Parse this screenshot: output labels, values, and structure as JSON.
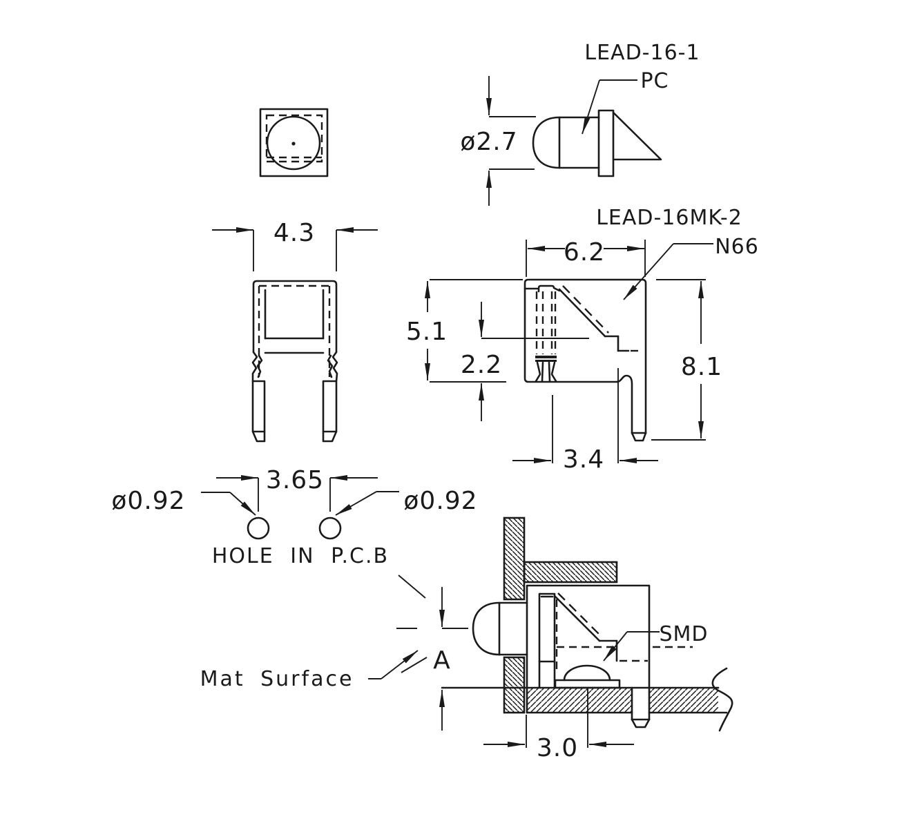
{
  "labels": {
    "lead_16_1": "LEAD-16-1",
    "pc": "PC",
    "lead_16mk_2": "LEAD-16MK-2",
    "n66": "N66",
    "smd": "SMD",
    "mat_surface": "Mat Surface",
    "hole_in_pcb": "HOLE IN P.C.B",
    "ray_point": "A"
  },
  "dimensions": {
    "lens_diameter": "ø2.7",
    "clip_width": "4.3",
    "body_width": "6.2",
    "body_upper_height": "5.1",
    "window_height": "2.2",
    "overall_height": "8.1",
    "lead_span": "3.4",
    "hole_pitch": "3.65",
    "hole_left_diameter": "ø0.92",
    "hole_right_diameter": "ø0.92",
    "smd_offset": "3.0"
  },
  "colors": {
    "line": "#1a1a1a",
    "background": "#ffffff"
  }
}
